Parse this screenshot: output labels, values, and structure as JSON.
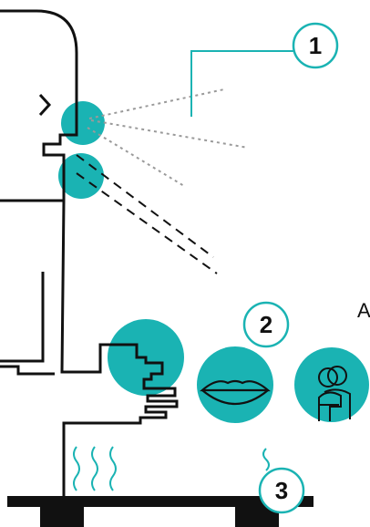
{
  "labels": {
    "droplets": "1",
    "contact": "2",
    "surfaces": "3",
    "stray_letter": "A"
  },
  "colors": {
    "teal": "#1ab3b3",
    "ink": "#111111",
    "spray": "#9a9a9a"
  },
  "icons": [
    "sneeze-droplets-icon",
    "lips-icon",
    "hug-icon",
    "heat-wave-icon"
  ]
}
